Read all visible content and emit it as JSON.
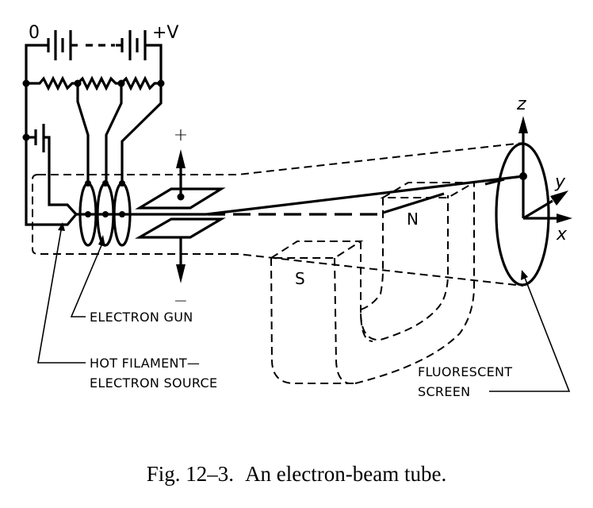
{
  "figure": {
    "caption_number": "Fig. 12–3.",
    "caption_text": "An electron-beam tube."
  },
  "circuit": {
    "battery_low_label": "0",
    "battery_high_label": "+V"
  },
  "deflection": {
    "plus_label": "+",
    "minus_label": "−"
  },
  "magnet": {
    "north_label": "N",
    "south_label": "S"
  },
  "axes": {
    "z_label": "z",
    "y_label": "y",
    "x_label": "x"
  },
  "callouts": {
    "electron_gun": "ELECTRON GUN",
    "hot_filament_line1": "HOT FILAMENT—",
    "hot_filament_line2": "ELECTRON SOURCE",
    "fluorescent_line1": "FLUORESCENT",
    "fluorescent_line2": "SCREEN"
  }
}
